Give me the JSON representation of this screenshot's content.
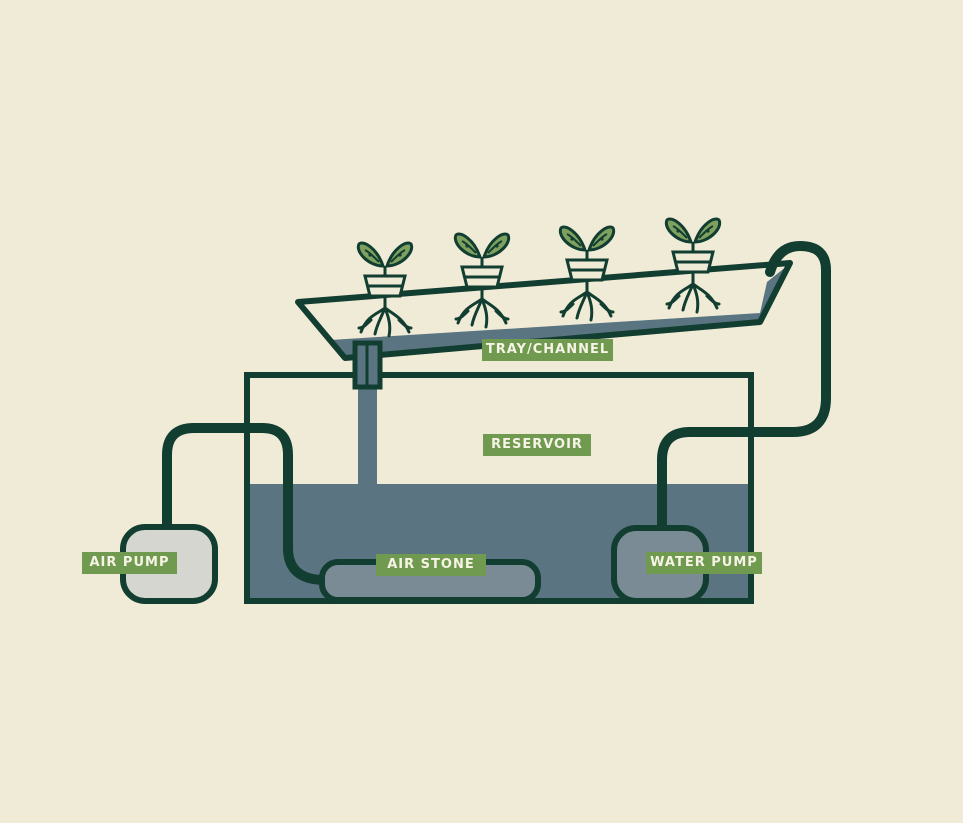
{
  "labels": {
    "tray": "TRAY/CHANNEL",
    "reservoir": "RESERVOIR",
    "air_pump": "AIR PUMP",
    "air_stone": "AIR STONE",
    "water_pump": "WATER PUMP"
  },
  "plant_count": 4,
  "colors": {
    "background": "#f0ebd7",
    "outline": "#123d31",
    "water": "#5a7581",
    "label_bg": "#6f9a4f",
    "label_text": "#f7f3e6",
    "leaf": "#7ea160",
    "air_pump_fill": "#d6d6d1",
    "stone_fill": "#7b8b95"
  }
}
